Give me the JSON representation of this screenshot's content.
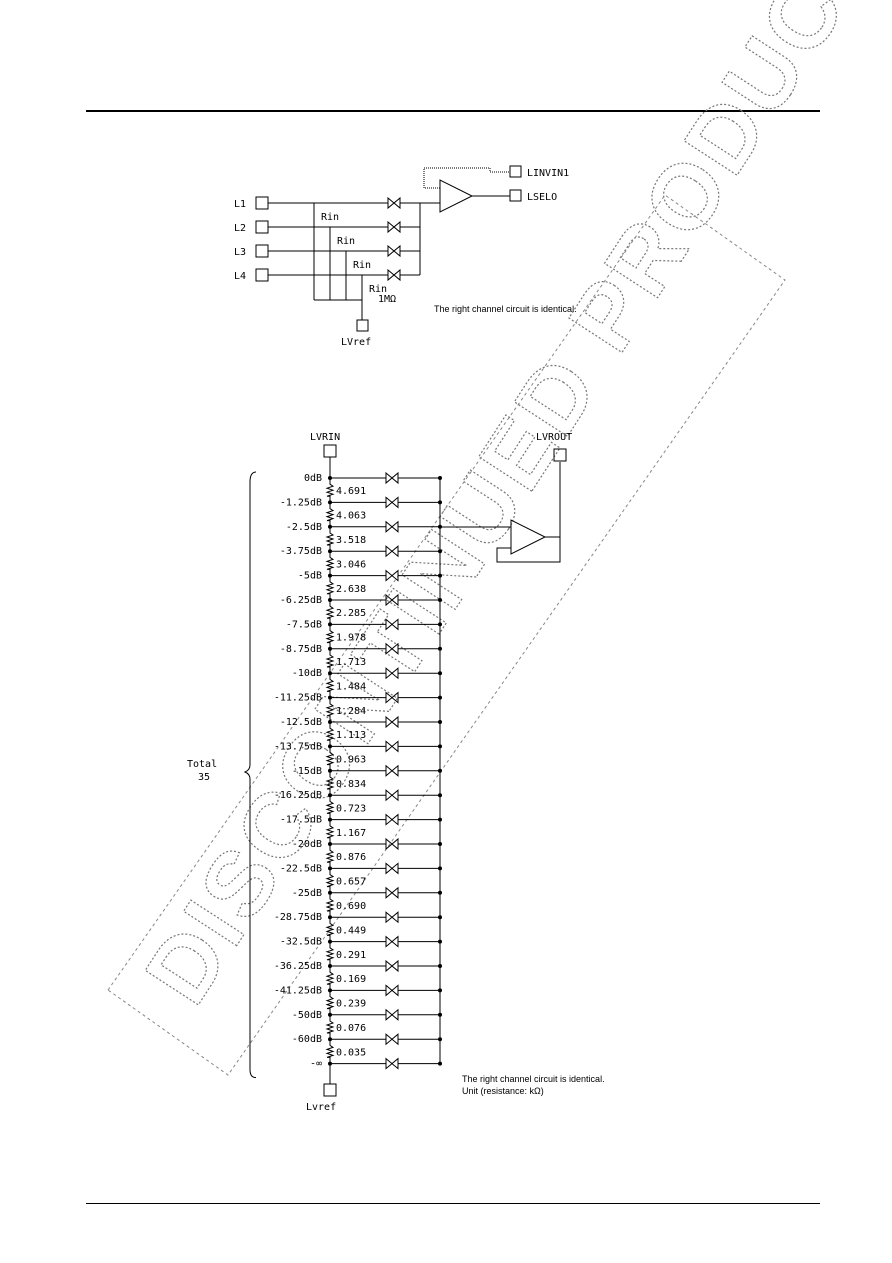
{
  "selector": {
    "inputs": [
      "L1",
      "L2",
      "L3",
      "L4"
    ],
    "resistor_label": "Rin",
    "bias_resistor": "1MΩ",
    "ref_pin": "LVref",
    "out_pins": [
      "LINVIN1",
      "LSELO"
    ],
    "note": "The right channel circuit is identical."
  },
  "volume": {
    "in_pin": "LVRIN",
    "out_pin": "LVROUT",
    "ref_pin": "Lvref",
    "total_label": [
      "Total",
      "35"
    ],
    "taps": [
      "0dB",
      "-1.25dB",
      "-2.5dB",
      "-3.75dB",
      "-5dB",
      "-6.25dB",
      "-7.5dB",
      "-8.75dB",
      "-10dB",
      "-11.25dB",
      "-12.5dB",
      "-13.75dB",
      "-15dB",
      "-16.25dB",
      "-17.5dB",
      "-20dB",
      "-22.5dB",
      "-25dB",
      "-28.75dB",
      "-32.5dB",
      "-36.25dB",
      "-41.25dB",
      "-50dB",
      "-60dB",
      "-∞"
    ],
    "resistors": [
      "4.691",
      "4.063",
      "3.518",
      "3.046",
      "2.638",
      "2.285",
      "1.978",
      "1.713",
      "1.484",
      "1.284",
      "1.113",
      "0.963",
      "0.834",
      "0.723",
      "1.167",
      "0.876",
      "0.657",
      "0.690",
      "0.449",
      "0.291",
      "0.169",
      "0.239",
      "0.076",
      "0.035"
    ],
    "note1": "The right channel circuit is identical.",
    "note2": "Unit (resistance: kΩ)"
  },
  "watermark": "DISCONTINUED PRODUCT"
}
